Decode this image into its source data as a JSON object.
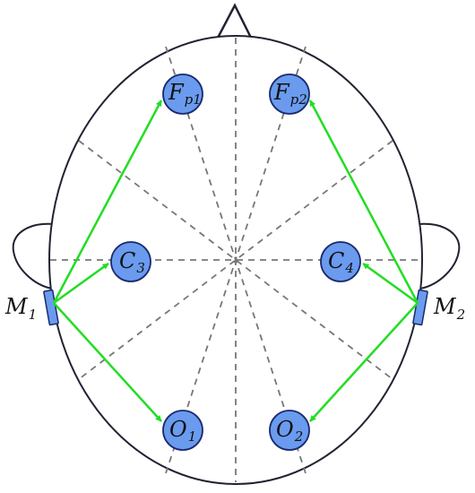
{
  "diagram": {
    "electrodes": [
      {
        "id": "fp1",
        "letter": "F",
        "sub": "p1"
      },
      {
        "id": "fp2",
        "letter": "F",
        "sub": "p2"
      },
      {
        "id": "c3",
        "letter": "C",
        "sub": "3"
      },
      {
        "id": "c4",
        "letter": "C",
        "sub": "4"
      },
      {
        "id": "o1",
        "letter": "O",
        "sub": "1"
      },
      {
        "id": "o2",
        "letter": "O",
        "sub": "2"
      }
    ],
    "references": [
      {
        "id": "m1",
        "letter": "M",
        "sub": "1"
      },
      {
        "id": "m2",
        "letter": "M",
        "sub": "2"
      }
    ],
    "colors": {
      "electrode_fill": "#6A9BEF",
      "electrode_stroke": "#1A2A6C",
      "arrow": "#22DD22",
      "guide": "#777777",
      "outline": "#222233"
    }
  }
}
